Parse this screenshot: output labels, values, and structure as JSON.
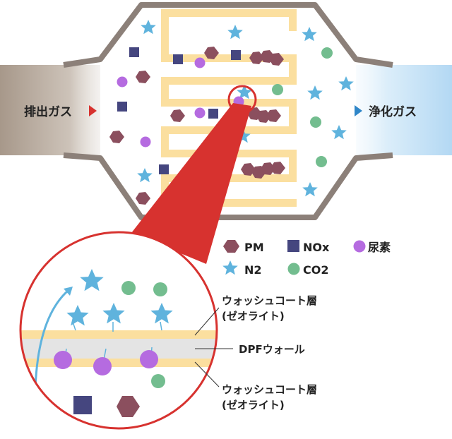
{
  "labels": {
    "inlet": "排出ガス",
    "outlet": "浄化ガス",
    "washcoat_top_line1": "ウォッシュコート層",
    "washcoat_top_line2": "(ゼオライト)",
    "dpf_wall": "DPFウォール",
    "washcoat_bottom_line1": "ウォッシュコート層",
    "washcoat_bottom_line2": "(ゼオライト)"
  },
  "legend": [
    {
      "key": "pm",
      "label": "PM",
      "shape": "hexagon",
      "color": "#8b4f5e"
    },
    {
      "key": "nox",
      "label": "NOx",
      "shape": "square",
      "color": "#45467f"
    },
    {
      "key": "urea",
      "label": "尿素",
      "shape": "circle",
      "color": "#b56be0"
    },
    {
      "key": "n2",
      "label": "N2",
      "shape": "star",
      "color": "#5fb3dd"
    },
    {
      "key": "co2",
      "label": "CO2",
      "shape": "circle",
      "color": "#73bd8f"
    }
  ],
  "colors": {
    "housing": "#8c8079",
    "filter": "#fbdf9f",
    "callout": "#d7322f",
    "arrow_in": "#d7322f",
    "arrow_out": "#2f86c8",
    "wall": "#e4e4e4"
  }
}
